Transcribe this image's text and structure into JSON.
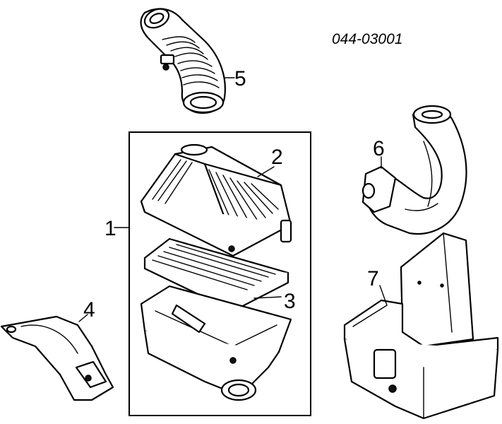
{
  "diagram": {
    "part_code": "044-03001",
    "callouts": [
      {
        "id": "1",
        "text": "1"
      },
      {
        "id": "2",
        "text": "2"
      },
      {
        "id": "3",
        "text": "3"
      },
      {
        "id": "4",
        "text": "4"
      },
      {
        "id": "5",
        "text": "5"
      },
      {
        "id": "6",
        "text": "6"
      },
      {
        "id": "7",
        "text": "7"
      }
    ]
  }
}
